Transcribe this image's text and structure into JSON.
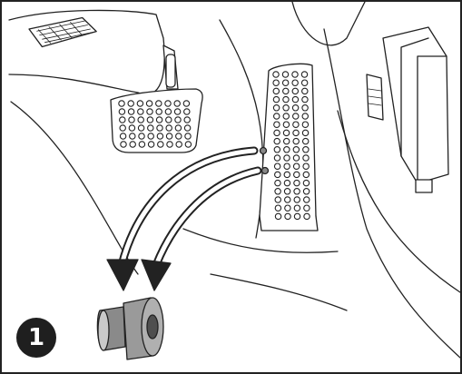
{
  "figure": {
    "step_number": "1",
    "colors": {
      "outline": "#222222",
      "fill": "#ffffff",
      "badge": "#1f1f1f",
      "badge_text": "#ffffff",
      "stopper_body": "#8a8a8a",
      "stopper_dark": "#4f4f4f",
      "stopper_light": "#c9c9c9"
    },
    "icons": [
      "brake-pedal",
      "accelerator-pedal",
      "removal-arrow",
      "rubber-stopper"
    ]
  }
}
